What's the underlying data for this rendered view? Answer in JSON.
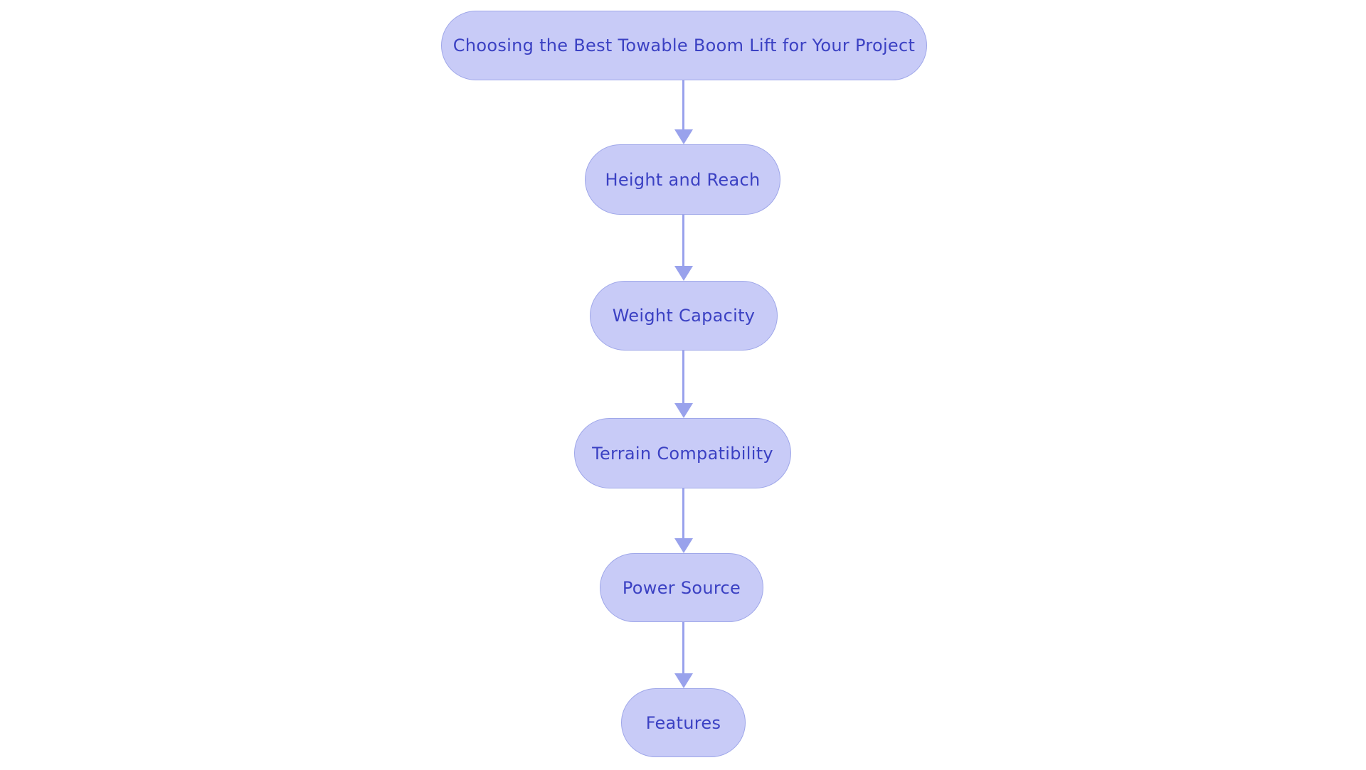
{
  "diagram": {
    "type": "flowchart",
    "direction": "top-down",
    "colors": {
      "background": "#ffffff",
      "node_fill": "#c8cbf7",
      "node_border": "#9fa7e9",
      "node_text": "#3b41c3",
      "arrow": "#99a2ec"
    },
    "nodes": [
      {
        "id": "title",
        "label": "Choosing the Best Towable Boom Lift for Your Project"
      },
      {
        "id": "height",
        "label": "Height and Reach"
      },
      {
        "id": "weight",
        "label": "Weight Capacity"
      },
      {
        "id": "terrain",
        "label": "Terrain Compatibility"
      },
      {
        "id": "power",
        "label": "Power Source"
      },
      {
        "id": "features",
        "label": "Features"
      }
    ],
    "edges": [
      {
        "from": "title",
        "to": "height"
      },
      {
        "from": "height",
        "to": "weight"
      },
      {
        "from": "weight",
        "to": "terrain"
      },
      {
        "from": "terrain",
        "to": "power"
      },
      {
        "from": "power",
        "to": "features"
      }
    ]
  }
}
